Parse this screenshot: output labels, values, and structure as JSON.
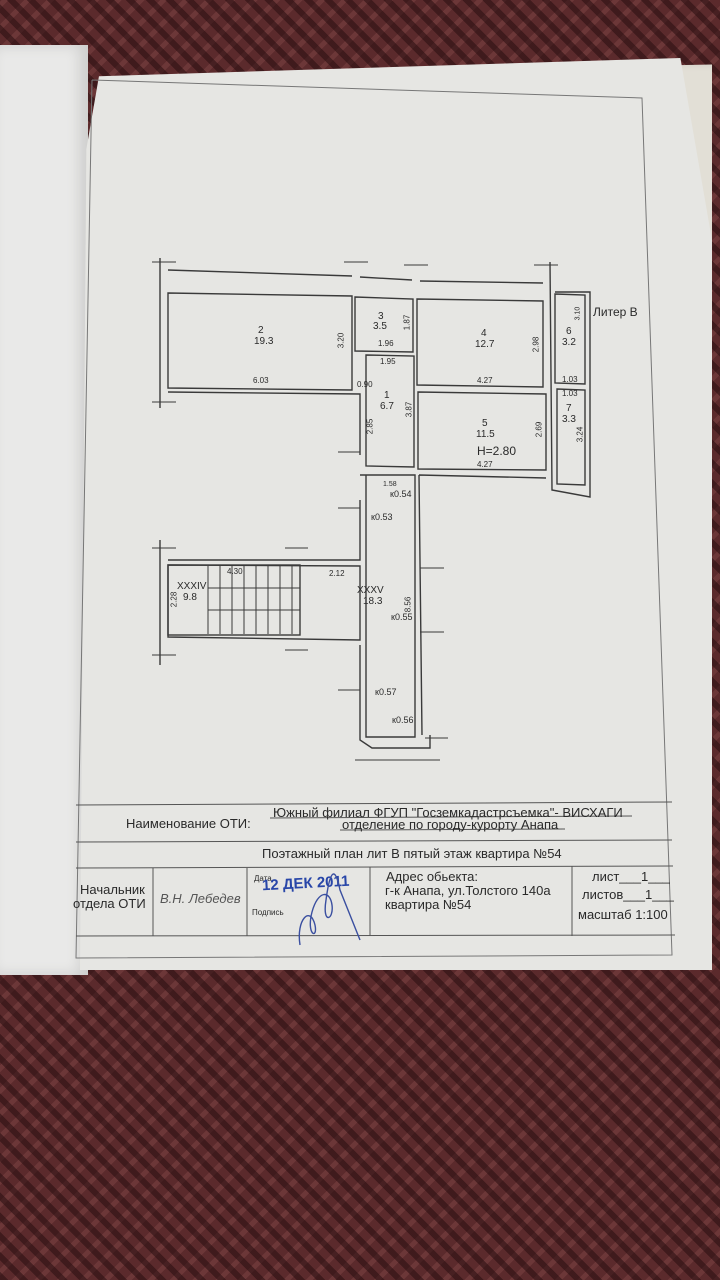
{
  "plan": {
    "liter": "Литер В",
    "height_note": "H=2.80",
    "rooms": [
      {
        "num": "2",
        "area": "19.3",
        "dims": [
          "6.03",
          "3.20"
        ]
      },
      {
        "num": "3",
        "area": "3.5",
        "dims": [
          "1.96",
          "1.87"
        ]
      },
      {
        "num": "4",
        "area": "12.7",
        "dims": [
          "4.27",
          "2.98"
        ]
      },
      {
        "num": "6",
        "area": "3.2",
        "dims": [
          "3.10",
          "1.03"
        ]
      },
      {
        "num": "1",
        "area": "6.7",
        "dims": [
          "1.95",
          "0.90",
          "2.85",
          "3.87"
        ]
      },
      {
        "num": "5",
        "area": "11.5",
        "dims": [
          "4.27",
          "2.69"
        ]
      },
      {
        "num": "7",
        "area": "3.3",
        "dims": [
          "1.03",
          "3.24"
        ]
      },
      {
        "num": "XXXIV",
        "area": "9.8",
        "dims": [
          "2.28",
          "4.30",
          "2.12"
        ]
      },
      {
        "num": "XXXV",
        "area": "18.3",
        "dims": [
          "1.58",
          "8.56"
        ]
      }
    ],
    "doors": [
      "к0.54",
      "к0.53",
      "к0.55",
      "к0.57",
      "к0.56"
    ]
  },
  "title_block": {
    "oti_label": "Наименование ОТИ:",
    "oti_line1": "Южный филиал ФГУП \"Госземкадастрсъемка\"- ВИСХАГИ",
    "oti_line2": "отделение по городу-курорту Анапа",
    "plan_title": "Поэтажный  план лит В пятый этаж  квартира №54",
    "chief_label_1": "Начальник",
    "chief_label_2": "отдела ОТИ",
    "chief_name": "В.Н. Лебедев",
    "date_label": "Дата",
    "date_stamp": "12 ДЕК 2011",
    "signature_label": "Подпись",
    "address_label": "Адрес обьекта:",
    "address_line1": "г-к Анапа, ул.Толстого 140а",
    "address_line2": "квартира №54",
    "sheet": "лист___1___",
    "sheets": "листов___1___",
    "scale": "масштаб 1:100"
  }
}
